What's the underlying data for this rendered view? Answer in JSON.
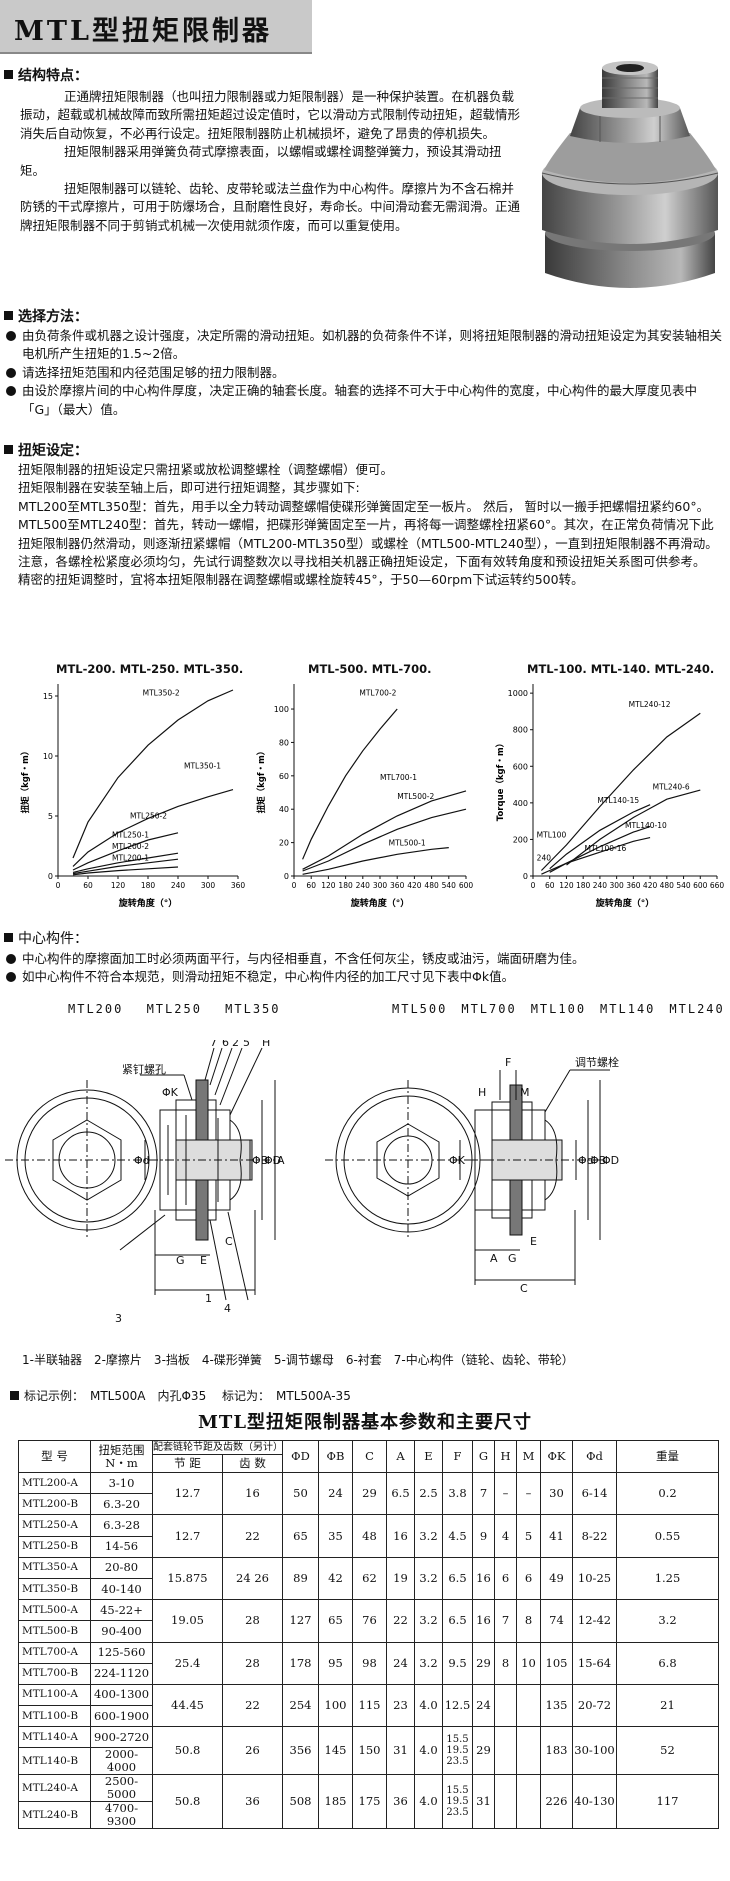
{
  "page_title": "MTL型扭矩限制器",
  "structure": {
    "heading": "结构特点：",
    "paragraphs": [
      "正通牌扭矩限制器（也叫扭力限制器或力矩限制器）是一种保护装置。在机器负载振动，超载或机械故障而致所需扭矩超过设定值时，它以滑动方式限制传动扭矩，超载情形消失后自动恢复，不必再行设定。扭矩限制器防止机械损坏，避免了昂贵的停机损失。",
      "扭矩限制器采用弹簧负荷式摩擦表面，以螺帽或螺栓调整弹簧力，预设其滑动扭矩。",
      "扭矩限制器可以链轮、齿轮、皮带轮或法兰盘作为中心构件。摩擦片为不含石棉并防锈的干式摩擦片，可用于防爆场合，且耐磨性良好，寿命长。中间滑动套无需润滑。正通牌扭矩限制器不同于剪销式机械一次使用就须作废，而可以重复使用。"
    ]
  },
  "selection": {
    "heading": "选择方法：",
    "items": [
      "由负荷条件或机器之设计强度，决定所需的滑动扭矩。如机器的负荷条件不详，则将扭矩限制器的滑动扭矩设定为其安装轴相关电机所产生扭矩的1.5~2倍。",
      "请选择扭矩范围和内径范围足够的扭力限制器。",
      "由设於摩擦片间的中心构件厚度，决定正确的轴套长度。轴套的选择不可大于中心构件的宽度，中心构件的最大厚度见表中「G」（最大）值。"
    ]
  },
  "torque_setting": {
    "heading": "扭矩设定：",
    "lines": [
      "扭矩限制器的扭矩设定只需扭紧或放松调整螺栓（调整螺帽）便可。",
      "扭矩限制器在安装至轴上后，即可进行扭矩调整，其步骤如下:",
      "MTL200至MTL350型：首先，用手以全力转动调整螺帽使碟形弹簧固定至一板片。 然后， 暂时以一搬手把螺帽扭紧约60°。",
      "MTL500至MTL240型：首先，转动一螺帽，把碟形弹簧固定至一片，再将每一调整螺栓扭紧60°。其次，在正常负荷情况下此扭矩限制器仍然滑动，则逐渐扭紧螺帽（MTL200-MTL350型）或螺栓（MTL500-MTL240型），一直到扭矩限制器不再滑动。注意，各螺栓松紧度必须均匀，先试行调整数次以寻找相关机器正确扭矩设定，下面有效转角度和预设扭矩关系图可供参考。",
      "精密的扭矩调整时，宜将本扭矩限制器在调整螺帽或螺栓旋转45°，于50—60rpm下试运转约500转。"
    ]
  },
  "chart_data": [
    {
      "type": "line",
      "title": "MTL-200. MTL-250. MTL-350.",
      "ylabel": "扭矩（kgf・m）",
      "xlabel": "旋转角度（°）",
      "xlim": [
        0,
        360
      ],
      "ylim": [
        0,
        16
      ],
      "xticks": [
        "0",
        "60",
        "120",
        "180",
        "240",
        "300",
        "360"
      ],
      "yticks": [
        "0",
        "5",
        "10",
        "15"
      ],
      "series": [
        {
          "name": "MTL350-2",
          "x": [
            30,
            60,
            120,
            180,
            240,
            300,
            350
          ],
          "y": [
            1.5,
            4.5,
            8.2,
            10.9,
            13.0,
            14.6,
            15.5
          ]
        },
        {
          "name": "MTL350-1",
          "x": [
            30,
            60,
            120,
            180,
            240,
            300,
            350
          ],
          "y": [
            0.8,
            2.0,
            3.6,
            4.8,
            5.8,
            6.6,
            7.2
          ]
        },
        {
          "name": "MTL250-2",
          "x": [
            30,
            60,
            120,
            180,
            240
          ],
          "y": [
            0.5,
            1.1,
            2.1,
            3.0,
            3.6
          ]
        },
        {
          "name": "MTL250-1",
          "x": [
            30,
            60,
            120,
            180,
            240
          ],
          "y": [
            0.3,
            0.6,
            1.1,
            1.5,
            1.9
          ]
        },
        {
          "name": "MTL200-2",
          "x": [
            30,
            60,
            120,
            180,
            240
          ],
          "y": [
            0.2,
            0.4,
            0.8,
            1.1,
            1.4
          ]
        },
        {
          "name": "MTL200-1",
          "x": [
            30,
            60,
            120,
            180,
            240
          ],
          "y": [
            0.1,
            0.25,
            0.45,
            0.6,
            0.75
          ]
        }
      ]
    },
    {
      "type": "line",
      "title": "MTL-500. MTL-700.",
      "ylabel": "扭矩（kgf・m）",
      "xlabel": "旋转角度（°）",
      "xlim": [
        0,
        600
      ],
      "ylim": [
        0,
        115
      ],
      "xticks": [
        "0",
        "60",
        "120",
        "180",
        "240",
        "300",
        "360",
        "420",
        "480",
        "540",
        "600"
      ],
      "yticks": [
        "0",
        "20",
        "40",
        "60",
        "80",
        "100"
      ],
      "series": [
        {
          "name": "MTL700-2",
          "x": [
            30,
            60,
            120,
            180,
            240,
            300,
            360
          ],
          "y": [
            10,
            22,
            42,
            60,
            75,
            88,
            100
          ]
        },
        {
          "name": "MTL700-1",
          "x": [
            30,
            120,
            240,
            360,
            480,
            600
          ],
          "y": [
            4,
            12,
            25,
            36,
            45,
            51
          ]
        },
        {
          "name": "MTL500-2",
          "x": [
            30,
            120,
            240,
            360,
            480,
            600
          ],
          "y": [
            3,
            9,
            19,
            28,
            35,
            40
          ]
        },
        {
          "name": "MTL500-1",
          "x": [
            30,
            120,
            240,
            360,
            480,
            540
          ],
          "y": [
            1,
            4,
            9,
            13,
            16,
            17
          ]
        }
      ]
    },
    {
      "type": "line",
      "title": "MTL-100. MTL-140. MTL-240.",
      "ylabel": "Torque（kgf・m）",
      "xlabel": "旋转角度（°）",
      "xlim": [
        0,
        660
      ],
      "ylim": [
        0,
        1050
      ],
      "xticks": [
        "0",
        "60",
        "120",
        "180",
        "240",
        "300",
        "360",
        "420",
        "480",
        "540",
        "600",
        "660"
      ],
      "yticks": [
        "0",
        "200",
        "400",
        "600",
        "800",
        "1000"
      ],
      "series": [
        {
          "name": "MTL240-12",
          "x": [
            30,
            120,
            240,
            360,
            480,
            600
          ],
          "y": [
            30,
            170,
            380,
            580,
            760,
            890
          ]
        },
        {
          "name": "MTL240-6",
          "x": [
            120,
            240,
            360,
            480,
            600
          ],
          "y": [
            60,
            200,
            320,
            420,
            470
          ]
        },
        {
          "name": "MTL140-15",
          "x": [
            60,
            120,
            240,
            360,
            420
          ],
          "y": [
            40,
            120,
            250,
            350,
            390
          ]
        },
        {
          "name": "MTL140-10",
          "x": [
            60,
            120,
            240,
            360,
            420
          ],
          "y": [
            20,
            70,
            160,
            240,
            270
          ]
        },
        {
          "name": "MTL100-16",
          "x": [
            30,
            60,
            120,
            240,
            360,
            420
          ],
          "y": [
            10,
            30,
            70,
            130,
            190,
            210
          ]
        }
      ],
      "annotations": [
        "MTL100",
        "240"
      ]
    }
  ],
  "central_member": {
    "heading": "中心构件：",
    "items": [
      "中心构件的摩擦面加工时必须两面平行，与内径相垂直，不含任何灰尘，锈皮或油污，端面研磨为佳。",
      "如中心构件不符合本规范，则滑动扭矩不稳定，中心构件内径的加工尺寸见下表中Φk值。"
    ]
  },
  "drawing": {
    "left_models": "MTL200　 MTL250　 MTL350",
    "right_models": "MTL500　MTL700　MTL100　MTL140　MTL240",
    "left_callouts": [
      "紧钉螺孔",
      "7",
      "6",
      "2",
      "5",
      "H",
      "ΦK",
      "Φd",
      "ΦB",
      "ΦD",
      "A",
      "G",
      "E",
      "C",
      "1",
      "3",
      "4"
    ],
    "right_callouts": [
      "调节螺栓",
      "F",
      "H",
      "M",
      "ΦK",
      "Φd",
      "ΦB",
      "ΦD",
      "A",
      "G",
      "E",
      "C"
    ]
  },
  "legend": "1-半联轴器　2-摩擦片　3-挡板　4-碟形弹簧　5-调节螺母　6-衬套　7-中心构件（链轮、齿轮、带轮）",
  "marking": "标记示例：　MTL500A　内孔Φ35　 标记为：　MTL500A-35",
  "table": {
    "title": "MTL型扭矩限制器基本参数和主要尺寸",
    "headers": {
      "model": "型 号",
      "torque": "扭矩范围",
      "torque_unit": "N・m",
      "chain_group": "配套链轮节距及齿数（另计）",
      "pitch": "节 距",
      "teeth": "齿 数",
      "D": "ΦD",
      "B": "ΦB",
      "C": "C",
      "A": "A",
      "E": "E",
      "F": "F",
      "G": "G",
      "H": "H",
      "M": "M",
      "K": "ΦK",
      "d": "Φd",
      "weight": "重量"
    },
    "groups": [
      {
        "rows": [
          {
            "model": "MTL200-A",
            "torque": "3-10"
          },
          {
            "model": "MTL200-B",
            "torque": "6.3-20"
          }
        ],
        "pitch": "12.7",
        "teeth": "16",
        "D": "50",
        "B": "24",
        "C": "29",
        "A": "6.5",
        "E": "2.5",
        "F": "3.8",
        "G": "7",
        "H": "–",
        "M": "–",
        "K": "30",
        "d": "6-14",
        "weight": "0.2"
      },
      {
        "rows": [
          {
            "model": "MTL250-A",
            "torque": "6.3-28"
          },
          {
            "model": "MTL250-B",
            "torque": "14-56"
          }
        ],
        "pitch": "12.7",
        "teeth": "22",
        "D": "65",
        "B": "35",
        "C": "48",
        "A": "16",
        "E": "3.2",
        "F": "4.5",
        "G": "9",
        "H": "4",
        "M": "5",
        "K": "41",
        "d": "8-22",
        "weight": "0.55"
      },
      {
        "rows": [
          {
            "model": "MTL350-A",
            "torque": "20-80"
          },
          {
            "model": "MTL350-B",
            "torque": "40-140"
          }
        ],
        "pitch": "15.875",
        "teeth": "24 26",
        "D": "89",
        "B": "42",
        "C": "62",
        "A": "19",
        "E": "3.2",
        "F": "6.5",
        "G": "16",
        "H": "6",
        "M": "6",
        "K": "49",
        "d": "10-25",
        "weight": "1.25"
      },
      {
        "rows": [
          {
            "model": "MTL500-A",
            "torque": "45-22+"
          },
          {
            "model": "MTL500-B",
            "torque": "90-400"
          }
        ],
        "pitch": "19.05",
        "teeth": "28",
        "D": "127",
        "B": "65",
        "C": "76",
        "A": "22",
        "E": "3.2",
        "F": "6.5",
        "G": "16",
        "H": "7",
        "M": "8",
        "K": "74",
        "d": "12-42",
        "weight": "3.2"
      },
      {
        "rows": [
          {
            "model": "MTL700-A",
            "torque": "125-560"
          },
          {
            "model": "MTL700-B",
            "torque": "224-1120"
          }
        ],
        "pitch": "25.4",
        "teeth": "28",
        "D": "178",
        "B": "95",
        "C": "98",
        "A": "24",
        "E": "3.2",
        "F": "9.5",
        "G": "29",
        "H": "8",
        "M": "10",
        "K": "105",
        "d": "15-64",
        "weight": "6.8"
      },
      {
        "rows": [
          {
            "model": "MTL100-A",
            "torque": "400-1300"
          },
          {
            "model": "MTL100-B",
            "torque": "600-1900"
          }
        ],
        "pitch": "44.45",
        "teeth": "22",
        "D": "254",
        "B": "100",
        "C": "115",
        "A": "23",
        "E": "4.0",
        "F": "12.5",
        "G": "24",
        "H": "",
        "M": "",
        "K": "135",
        "d": "20-72",
        "weight": "21"
      },
      {
        "rows": [
          {
            "model": "MTL140-A",
            "torque": "900-2720"
          },
          {
            "model": "MTL140-B",
            "torque": "2000-4000"
          }
        ],
        "pitch": "50.8",
        "teeth": "26",
        "D": "356",
        "B": "145",
        "C": "150",
        "A": "31",
        "E": "4.0",
        "F": "15.5 19.5 23.5",
        "G": "29",
        "H": "",
        "M": "",
        "K": "183",
        "d": "30-100",
        "weight": "52"
      },
      {
        "rows": [
          {
            "model": "MTL240-A",
            "torque": "2500-5000"
          },
          {
            "model": "MTL240-B",
            "torque": "4700-9300"
          }
        ],
        "pitch": "50.8",
        "teeth": "36",
        "D": "508",
        "B": "185",
        "C": "175",
        "A": "36",
        "E": "4.0",
        "F": "15.5 19.5 23.5",
        "G": "31",
        "H": "",
        "M": "",
        "K": "226",
        "d": "40-130",
        "weight": "117"
      }
    ]
  }
}
